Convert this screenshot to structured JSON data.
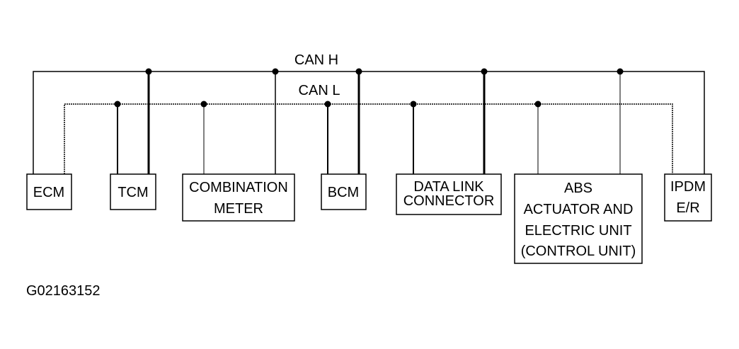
{
  "bus": {
    "can_h_label": "CAN H",
    "can_l_label": "CAN L"
  },
  "modules": {
    "ecm": "ECM",
    "tcm": "TCM",
    "combination_meter": [
      "COMBINATION",
      "METER"
    ],
    "bcm": "BCM",
    "data_link_connector": [
      "DATA LINK",
      "CONNECTOR"
    ],
    "abs": [
      "ABS",
      "ACTUATOR AND",
      "ELECTRIC UNIT",
      "(CONTROL UNIT)"
    ],
    "ipdm": [
      "IPDM",
      "E/R"
    ]
  },
  "figure_id": "G02163152"
}
